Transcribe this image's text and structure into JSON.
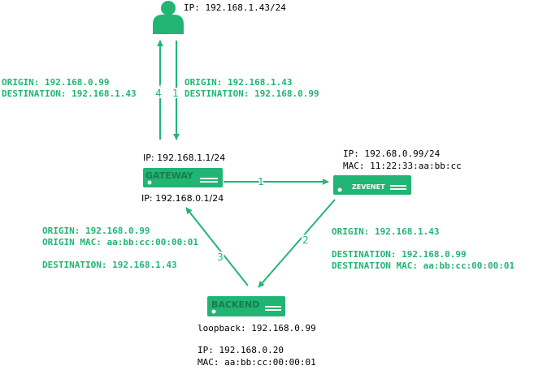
{
  "colors": {
    "accent": "#21b573",
    "text": "#000000",
    "white": "#ffffff"
  },
  "nodes": {
    "client": {
      "ip": "IP: 192.168.1.43/24",
      "icon": "user-icon"
    },
    "gateway": {
      "name": "GATEWAY",
      "ip_top": "IP: 192.168.1.1/24",
      "ip_bottom": "IP: 192.168.0.1/24",
      "icon": "server-icon"
    },
    "zevenet": {
      "name": "ZEVENET",
      "ip": "IP: 192.68.0.99/24",
      "mac": "MAC: 11:22:33:aa:bb:cc",
      "icon": "server-icon"
    },
    "backend": {
      "name": "BACKEND",
      "loopback": "loopback: 192.168.0.99",
      "ip": "IP: 192.168.0.20",
      "mac": "MAC: aa:bb:cc:00:00:01",
      "icon": "server-icon"
    }
  },
  "steps": {
    "s1": "1",
    "s1b": "1",
    "s2": "2",
    "s3": "3",
    "s4": "4"
  },
  "labels": {
    "left_top": {
      "origin": "ORIGIN: 192.168.0.99",
      "destination": "DESTINATION: 192.168.1.43"
    },
    "right_top": {
      "origin": "ORIGIN: 192.168.1.43",
      "destination": "DESTINATION: 192.168.0.99"
    },
    "left_mid": {
      "origin": "ORIGIN: 192.168.0.99",
      "origin_mac": "ORIGIN MAC: aa:bb:cc:00:00:01",
      "destination": "DESTINATION: 192.168.1.43"
    },
    "right_mid": {
      "origin": "ORIGIN: 192.168.1.43",
      "destination": "DESTINATION: 192.168.0.99",
      "destination_mac": "DESTINATION MAC: aa:bb:cc:00:00:01"
    }
  }
}
